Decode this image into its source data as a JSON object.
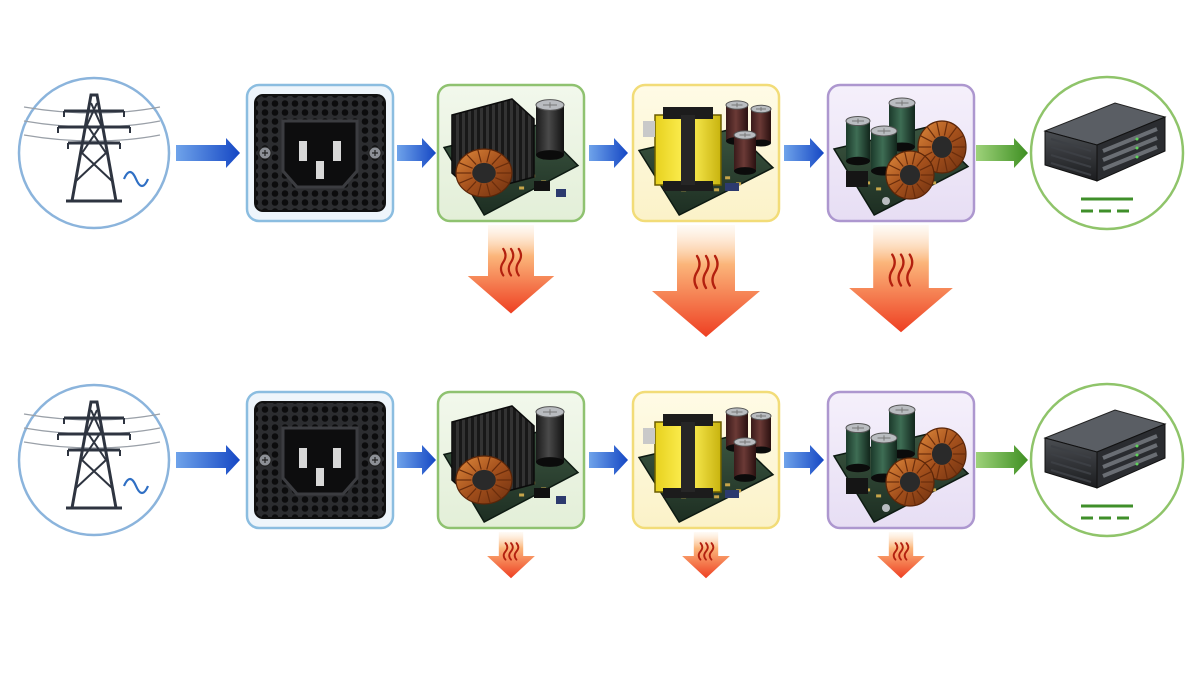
{
  "diagram": {
    "title": "",
    "rows": [
      {
        "id": "row-a",
        "stages": [
          {
            "id": "ac-grid",
            "icon": "power-transmission-tower-icon",
            "symbol": "~"
          },
          {
            "id": "iec-inlet",
            "icon": "iec-power-inlet-icon"
          },
          {
            "id": "stage-emi-filter",
            "icon": "pcb-inductor-heatsink-icon"
          },
          {
            "id": "stage-transformer",
            "icon": "pcb-transformer-icon"
          },
          {
            "id": "stage-output-filter",
            "icon": "pcb-capacitor-choke-icon"
          },
          {
            "id": "server-load",
            "icon": "rack-server-icon",
            "symbol": "dc"
          }
        ],
        "heat_loss_level": [
          0.75,
          1.0,
          0.95
        ]
      },
      {
        "id": "row-b",
        "stages": [
          {
            "id": "ac-grid",
            "icon": "power-transmission-tower-icon",
            "symbol": "~"
          },
          {
            "id": "iec-inlet",
            "icon": "iec-power-inlet-icon"
          },
          {
            "id": "stage-emi-filter",
            "icon": "pcb-inductor-heatsink-icon"
          },
          {
            "id": "stage-transformer",
            "icon": "pcb-transformer-icon"
          },
          {
            "id": "stage-output-filter",
            "icon": "pcb-capacitor-choke-icon"
          },
          {
            "id": "server-load",
            "icon": "rack-server-icon",
            "symbol": "dc"
          }
        ],
        "heat_loss_level": [
          0.3,
          0.3,
          0.3
        ]
      }
    ]
  },
  "colors": {
    "ac_circle": "#8bb4dc",
    "inlet_frame": "#8bbde0",
    "stage1_frame": "#8fc270",
    "stage2_frame": "#f2dc78",
    "stage3_frame": "#ad97cf",
    "server_circle": "#8fc46a",
    "flow_arrow": "#1d5fcf",
    "output_arrow": "#56a632",
    "heat_top": "#fbc98e",
    "heat_bottom": "#ef4a2a"
  }
}
